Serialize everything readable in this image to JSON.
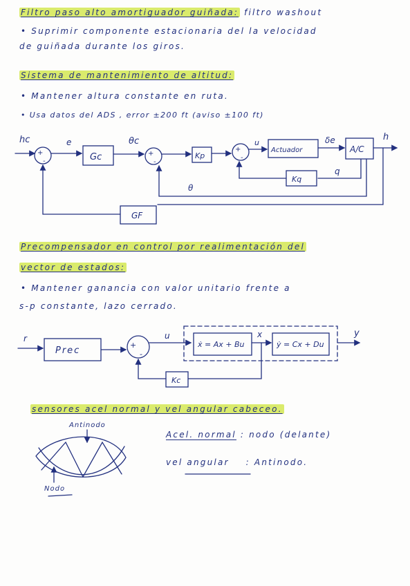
{
  "sections": {
    "filter": {
      "heading": "Filtro paso alto amortiguador guiñada:",
      "heading_rest": "filtro washout",
      "line1": "• Suprimir componente estacionaria del la velocidad",
      "line2": "de guiñada durante los giros."
    },
    "altitude": {
      "heading": "Sistema de mantenimiento de altitud:",
      "bullet1": "• Mantener altura constante en ruta.",
      "bullet2": "• Usa datos del ADS , error ±200 ft (aviso ±100 ft)"
    },
    "precomp": {
      "heading1": "Precompensador en control por realimentación del",
      "heading2": "vector de estados:",
      "bullet1": "• Mantener ganancia con valor unitario frente a",
      "line2": "s-p constante, lazo cerrado."
    },
    "sensors": {
      "heading": "sensores acel normal y vel angular cabeceo.",
      "item1_label": "Acel. normal",
      "item1_value": ": nodo (delante)",
      "item2_label": "vel angular",
      "item2_value": ": Antinodo.",
      "antinodo": "Antinodo",
      "nodo": "Nodo"
    }
  },
  "diagram1": {
    "input": "hc",
    "error": "e",
    "gc": "Gc",
    "theta_c": "θc",
    "kp": "Kp",
    "u": "u",
    "actuator": "Actuador",
    "delta_e": "δe",
    "aircraft": "A/C",
    "output": "h",
    "kq": "Kq",
    "q": "q",
    "theta": "θ",
    "gf": "GF",
    "sum1_plus": "+",
    "sum1_minus": "-",
    "sum2_plus": "+",
    "sum2_minus": "-",
    "sum3_plus": "+",
    "sum3_minus": "-"
  },
  "diagram2": {
    "input": "r",
    "prec": "Prec",
    "u": "u",
    "state_eq": "ẋ = Ax + Bu",
    "x": "x",
    "out_eq": "ẏ = Cx + Du",
    "output": "y",
    "kc": "Kc",
    "sum_plus": "+",
    "sum_minus": "-"
  },
  "colors": {
    "ink": "#22307f",
    "highlight": "#cde43c"
  }
}
